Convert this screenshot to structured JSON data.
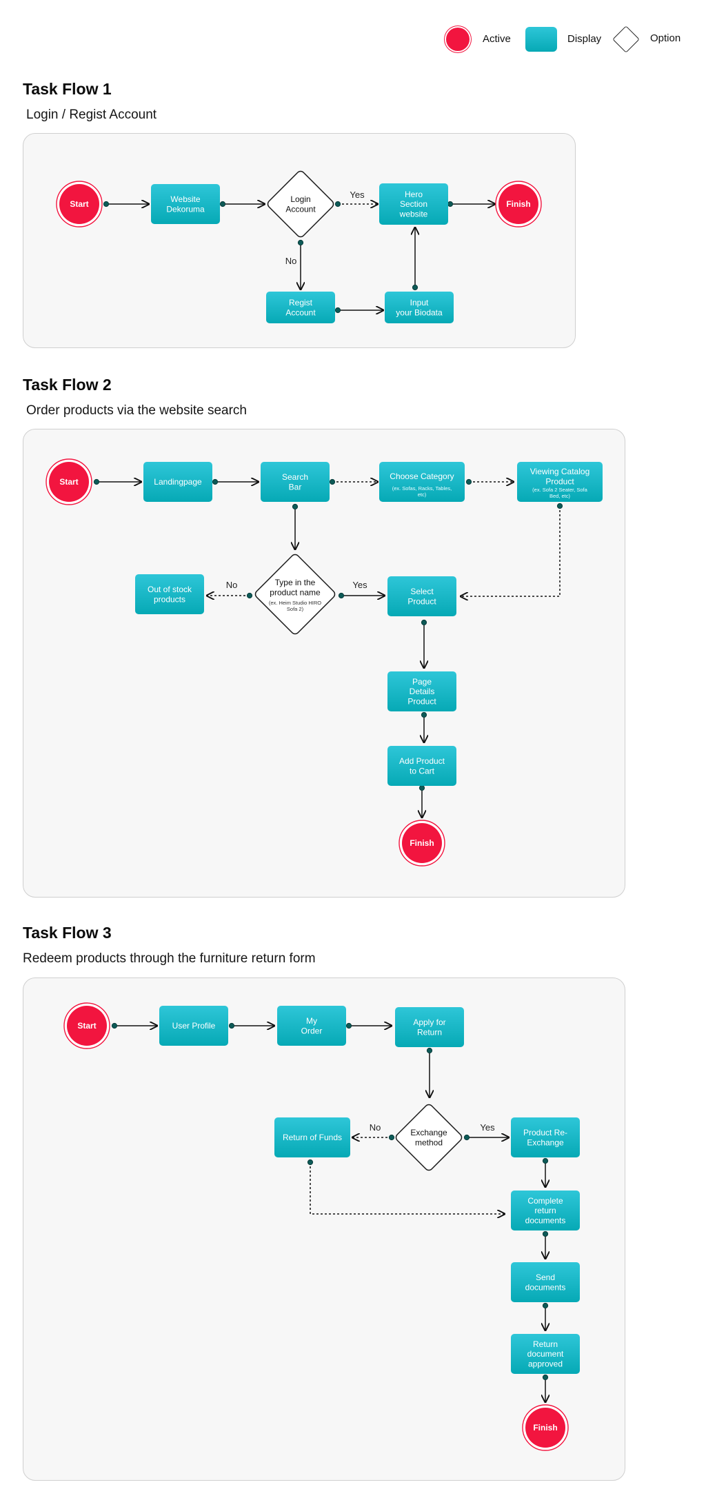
{
  "legend": {
    "active": "Active",
    "display": "Display",
    "option": "Option"
  },
  "colors": {
    "active": "#f2153f",
    "display_top": "#2ec6d8",
    "display_bottom": "#06a9b5",
    "connector": "#0d5a57",
    "panel_bg": "#f7f7f7"
  },
  "flows": [
    {
      "title": "Task Flow 1",
      "subtitle": "Login / Regist Account",
      "nodes": [
        {
          "id": "start",
          "type": "active",
          "lines": [
            "Start"
          ]
        },
        {
          "id": "website",
          "type": "display",
          "lines": [
            "Website",
            "Dekoruma"
          ]
        },
        {
          "id": "login",
          "type": "option",
          "lines": [
            "Login",
            "Account"
          ]
        },
        {
          "id": "hero",
          "type": "display",
          "lines": [
            "Hero",
            "Section",
            "website"
          ]
        },
        {
          "id": "finish",
          "type": "active",
          "lines": [
            "Finish"
          ]
        },
        {
          "id": "regist",
          "type": "display",
          "lines": [
            "Regist",
            "Account"
          ]
        },
        {
          "id": "biodata",
          "type": "display",
          "lines": [
            "Input",
            "your Biodata"
          ]
        }
      ],
      "edges": [
        {
          "from": "start",
          "to": "website"
        },
        {
          "from": "website",
          "to": "login"
        },
        {
          "from": "login",
          "to": "hero",
          "label": "Yes",
          "dashed": true
        },
        {
          "from": "hero",
          "to": "finish"
        },
        {
          "from": "login",
          "to": "regist",
          "label": "No"
        },
        {
          "from": "regist",
          "to": "biodata"
        },
        {
          "from": "biodata",
          "to": "hero"
        }
      ]
    },
    {
      "title": "Task Flow 2",
      "subtitle": "Order products via the website search",
      "nodes": [
        {
          "id": "start",
          "type": "active",
          "lines": [
            "Start"
          ]
        },
        {
          "id": "landing",
          "type": "display",
          "lines": [
            "Landingpage"
          ]
        },
        {
          "id": "search",
          "type": "display",
          "lines": [
            "Search",
            "Bar"
          ]
        },
        {
          "id": "category",
          "type": "display",
          "lines": [
            "Choose Category"
          ],
          "note": [
            "(ex. Sofas, Racks, Tables,",
            "etc)"
          ]
        },
        {
          "id": "catalog",
          "type": "display",
          "lines": [
            "Viewing Catalog",
            "Product"
          ],
          "note": [
            "(ex. Sofa 2 Seater, Sofa",
            "Bed, etc)"
          ]
        },
        {
          "id": "typename",
          "type": "option",
          "lines": [
            "Type in the",
            "product name"
          ],
          "note": [
            "(ex. Heim Studio HIRO",
            "Sofa 2)"
          ]
        },
        {
          "id": "outstock",
          "type": "display",
          "lines": [
            "Out of stock",
            "products"
          ]
        },
        {
          "id": "select",
          "type": "display",
          "lines": [
            "Select",
            "Product"
          ]
        },
        {
          "id": "details",
          "type": "display",
          "lines": [
            "Page",
            "Details",
            "Product"
          ]
        },
        {
          "id": "cart",
          "type": "display",
          "lines": [
            "Add Product",
            "to Cart"
          ]
        },
        {
          "id": "finish",
          "type": "active",
          "lines": [
            "Finish"
          ]
        }
      ],
      "edges": [
        {
          "from": "start",
          "to": "landing"
        },
        {
          "from": "landing",
          "to": "search"
        },
        {
          "from": "search",
          "to": "category",
          "dashed": true
        },
        {
          "from": "category",
          "to": "catalog",
          "dashed": true
        },
        {
          "from": "catalog",
          "to": "select",
          "dashed": true
        },
        {
          "from": "search",
          "to": "typename"
        },
        {
          "from": "typename",
          "to": "outstock",
          "label": "No",
          "dashed": true
        },
        {
          "from": "typename",
          "to": "select",
          "label": "Yes"
        },
        {
          "from": "select",
          "to": "details"
        },
        {
          "from": "details",
          "to": "cart"
        },
        {
          "from": "cart",
          "to": "finish"
        }
      ]
    },
    {
      "title": "Task Flow 3",
      "subtitle": "Redeem products through the furniture return form",
      "nodes": [
        {
          "id": "start",
          "type": "active",
          "lines": [
            "Start"
          ]
        },
        {
          "id": "profile",
          "type": "display",
          "lines": [
            "User Profile"
          ]
        },
        {
          "id": "order",
          "type": "display",
          "lines": [
            "My",
            "Order"
          ]
        },
        {
          "id": "apply",
          "type": "display",
          "lines": [
            "Apply for",
            "Return"
          ]
        },
        {
          "id": "exchange",
          "type": "option",
          "lines": [
            "Exchange",
            "method"
          ]
        },
        {
          "id": "funds",
          "type": "display",
          "lines": [
            "Return of Funds"
          ]
        },
        {
          "id": "reexchange",
          "type": "display",
          "lines": [
            "Product Re-",
            "Exchange"
          ]
        },
        {
          "id": "complete",
          "type": "display",
          "lines": [
            "Complete",
            "return",
            "documents"
          ]
        },
        {
          "id": "send",
          "type": "display",
          "lines": [
            "Send",
            "documents"
          ]
        },
        {
          "id": "approved",
          "type": "display",
          "lines": [
            "Return",
            "document",
            "approved"
          ]
        },
        {
          "id": "finish",
          "type": "active",
          "lines": [
            "Finish"
          ]
        }
      ],
      "edges": [
        {
          "from": "start",
          "to": "profile"
        },
        {
          "from": "profile",
          "to": "order"
        },
        {
          "from": "order",
          "to": "apply"
        },
        {
          "from": "apply",
          "to": "exchange"
        },
        {
          "from": "exchange",
          "to": "funds",
          "label": "No",
          "dashed": true
        },
        {
          "from": "exchange",
          "to": "reexchange",
          "label": "Yes"
        },
        {
          "from": "funds",
          "to": "complete",
          "dashed": true
        },
        {
          "from": "reexchange",
          "to": "complete"
        },
        {
          "from": "complete",
          "to": "send"
        },
        {
          "from": "send",
          "to": "approved"
        },
        {
          "from": "approved",
          "to": "finish"
        }
      ]
    }
  ]
}
